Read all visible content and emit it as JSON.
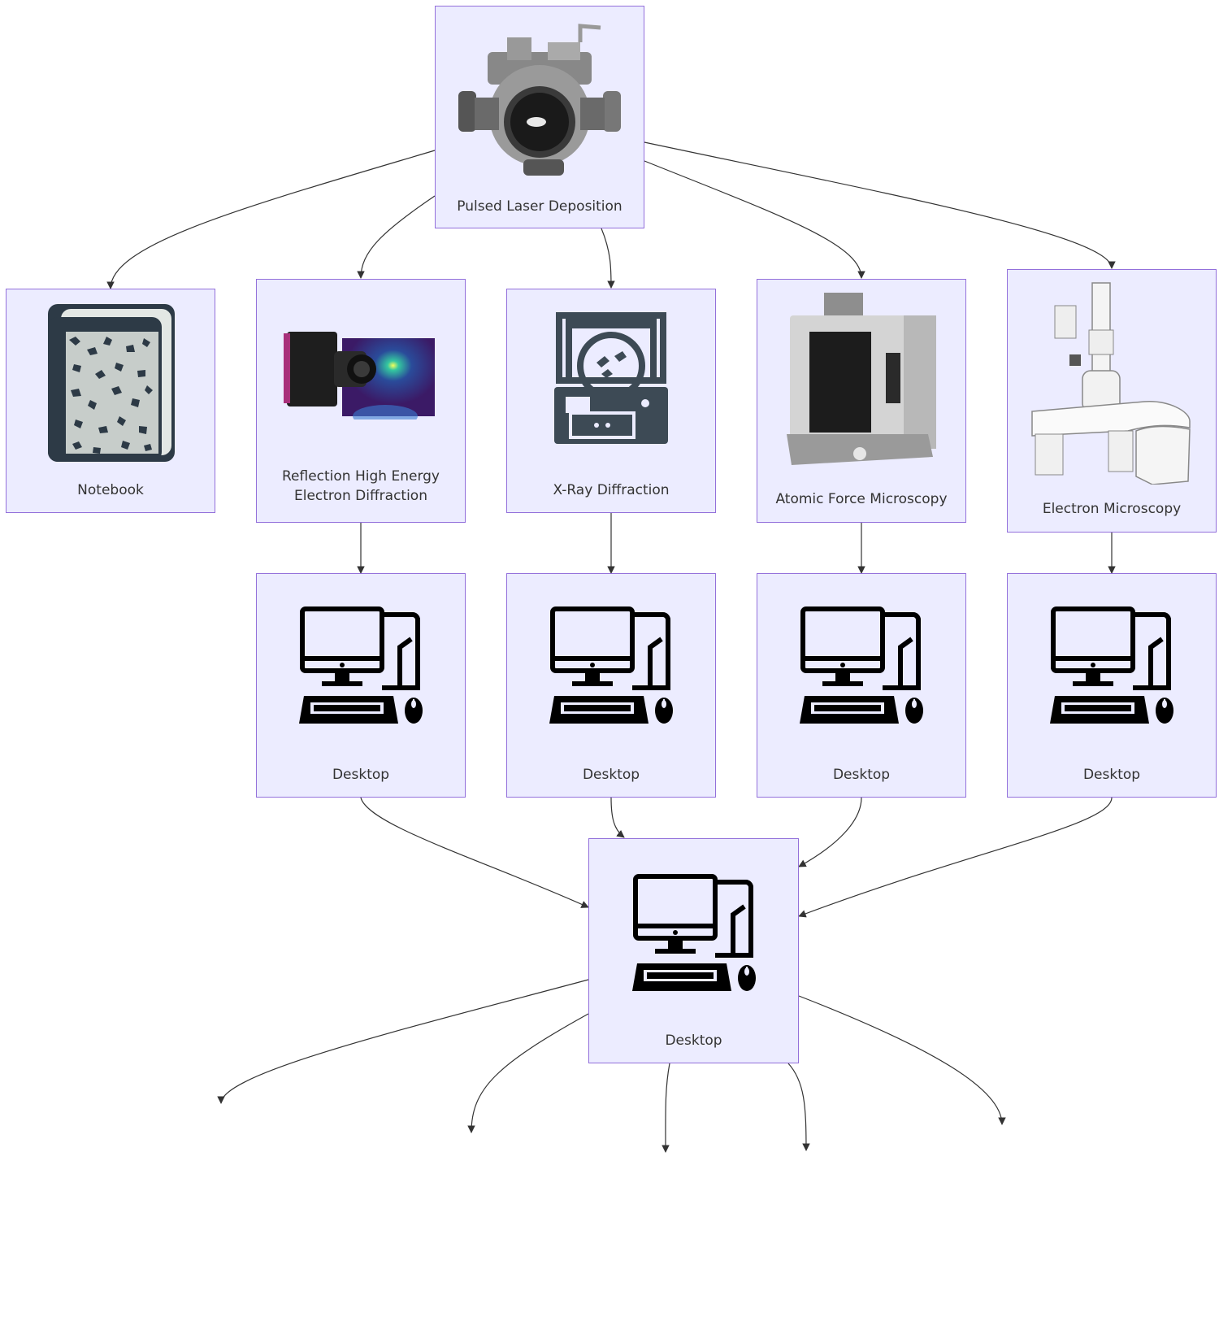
{
  "colors": {
    "node_fill": "#ececff",
    "node_stroke": "#9370db",
    "edge": "#333333",
    "text": "#333333"
  },
  "nodes": {
    "pld": {
      "label": "Pulsed Laser Deposition",
      "icon": "vacuum-chamber-icon"
    },
    "notebook": {
      "label": "Notebook",
      "icon": "notebook-icon"
    },
    "rheed": {
      "label": "Reflection High Energy Electron Diffraction",
      "label_lines": [
        "Reflection High Energy",
        "Electron Diffraction"
      ],
      "icon": "camera-icon"
    },
    "xrd": {
      "label": "X-Ray Diffraction",
      "icon": "xray-diffractometer-icon"
    },
    "afm": {
      "label": "Atomic Force Microscopy",
      "icon": "afm-instrument-icon"
    },
    "em": {
      "label": "Electron Microscopy",
      "icon": "electron-microscope-icon"
    },
    "desktop_rheed": {
      "label": "Desktop",
      "icon": "desktop-computer-icon"
    },
    "desktop_xrd": {
      "label": "Desktop",
      "icon": "desktop-computer-icon"
    },
    "desktop_afm": {
      "label": "Desktop",
      "icon": "desktop-computer-icon"
    },
    "desktop_em": {
      "label": "Desktop",
      "icon": "desktop-computer-icon"
    },
    "desktop_central": {
      "label": "Desktop",
      "icon": "desktop-computer-icon"
    }
  },
  "edges": [
    {
      "from": "pld",
      "to": "notebook"
    },
    {
      "from": "pld",
      "to": "rheed"
    },
    {
      "from": "pld",
      "to": "xrd"
    },
    {
      "from": "pld",
      "to": "afm"
    },
    {
      "from": "pld",
      "to": "em"
    },
    {
      "from": "rheed",
      "to": "desktop_rheed"
    },
    {
      "from": "xrd",
      "to": "desktop_xrd"
    },
    {
      "from": "afm",
      "to": "desktop_afm"
    },
    {
      "from": "em",
      "to": "desktop_em"
    },
    {
      "from": "desktop_rheed",
      "to": "desktop_central"
    },
    {
      "from": "desktop_xrd",
      "to": "desktop_central"
    },
    {
      "from": "desktop_afm",
      "to": "desktop_central"
    },
    {
      "from": "desktop_em",
      "to": "desktop_central"
    },
    {
      "from": "desktop_central",
      "to": ""
    },
    {
      "from": "desktop_central",
      "to": ""
    },
    {
      "from": "desktop_central",
      "to": ""
    },
    {
      "from": "desktop_central",
      "to": ""
    },
    {
      "from": "desktop_central",
      "to": ""
    }
  ]
}
